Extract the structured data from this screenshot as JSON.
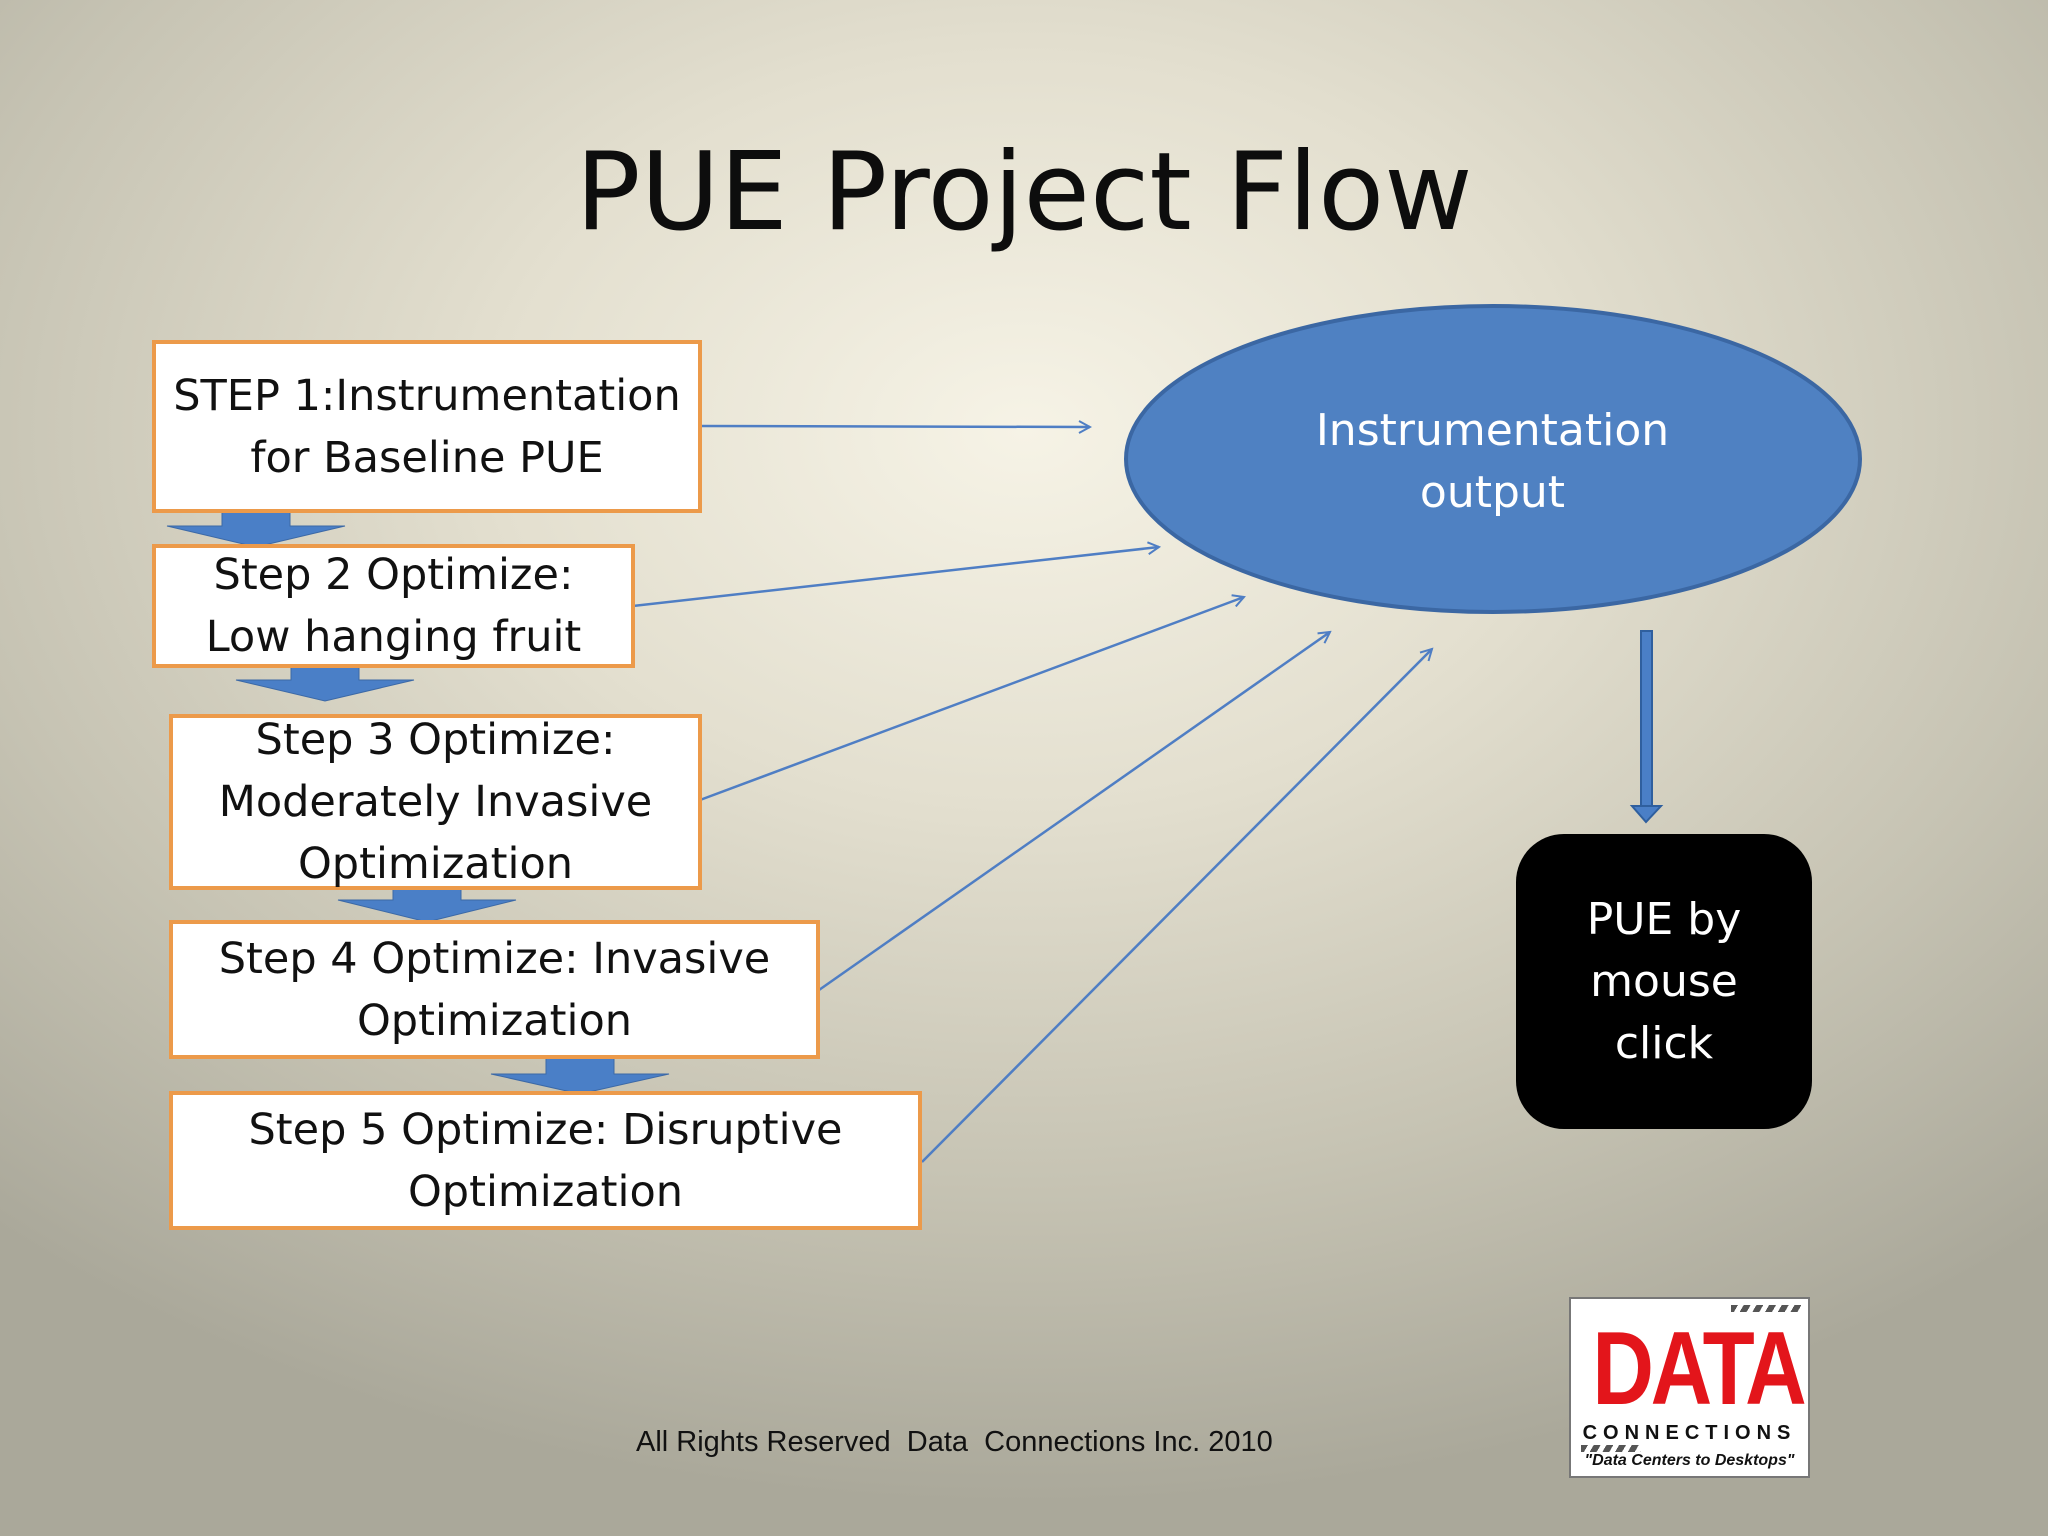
{
  "slide": {
    "title": "PUE Project Flow",
    "steps": [
      {
        "label": "STEP 1:Instrumentation\nfor Baseline PUE"
      },
      {
        "label": "Step 2 Optimize:\nLow hanging fruit"
      },
      {
        "label": "Step 3 Optimize:\nModerately Invasive\nOptimization"
      },
      {
        "label": "Step 4 Optimize: Invasive\nOptimization"
      },
      {
        "label": "Step 5 Optimize: Disruptive\nOptimization"
      }
    ],
    "output": {
      "label": "Instrumentation\noutput"
    },
    "result": {
      "label": "PUE by\nmouse\nclick"
    },
    "footer": "All Rights Reserved  Data  Connections Inc. 2010",
    "logo": {
      "big_text": "DATA",
      "sub_text": "CONNECTIONS",
      "tagline": "\"Data Centers to Desktops\""
    },
    "colors": {
      "step_border": "#ec9a4a",
      "ellipse_fill": "#4f81c2",
      "connector": "#4f7ec4",
      "down_arrow": "#4a7fc7",
      "logo_red": "#e3151b"
    }
  }
}
